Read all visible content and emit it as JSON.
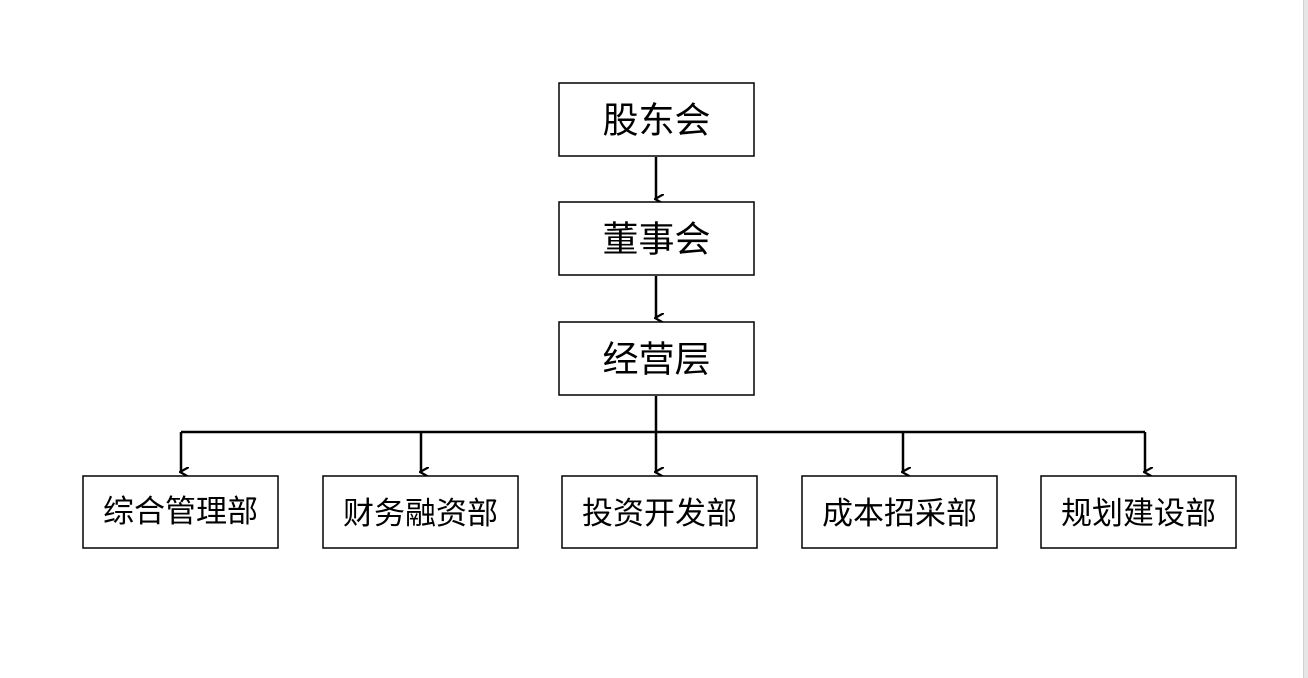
{
  "diagram": {
    "root": {
      "id": "gudonghui",
      "label": "股东会"
    },
    "board": {
      "id": "dongshihui",
      "label": "董事会"
    },
    "management": {
      "id": "jingyingceng",
      "label": "经营层"
    },
    "departments": [
      {
        "id": "zonghe",
        "label": "综合管理部"
      },
      {
        "id": "caiwu",
        "label": "财务融资部"
      },
      {
        "id": "touzi",
        "label": "投资开发部"
      },
      {
        "id": "chengben",
        "label": "成本招采部"
      },
      {
        "id": "guihua",
        "label": "规划建设部"
      }
    ],
    "edges": [
      {
        "from": "gudonghui",
        "to": "dongshihui"
      },
      {
        "from": "dongshihui",
        "to": "jingyingceng"
      },
      {
        "from": "jingyingceng",
        "to": "zonghe"
      },
      {
        "from": "jingyingceng",
        "to": "caiwu"
      },
      {
        "from": "jingyingceng",
        "to": "touzi"
      },
      {
        "from": "jingyingceng",
        "to": "chengben"
      },
      {
        "from": "jingyingceng",
        "to": "guihua"
      }
    ],
    "colors": {
      "line": "#000000",
      "box_fill": "#ffffff",
      "box_stroke": "#000000",
      "text": "#000000"
    }
  }
}
